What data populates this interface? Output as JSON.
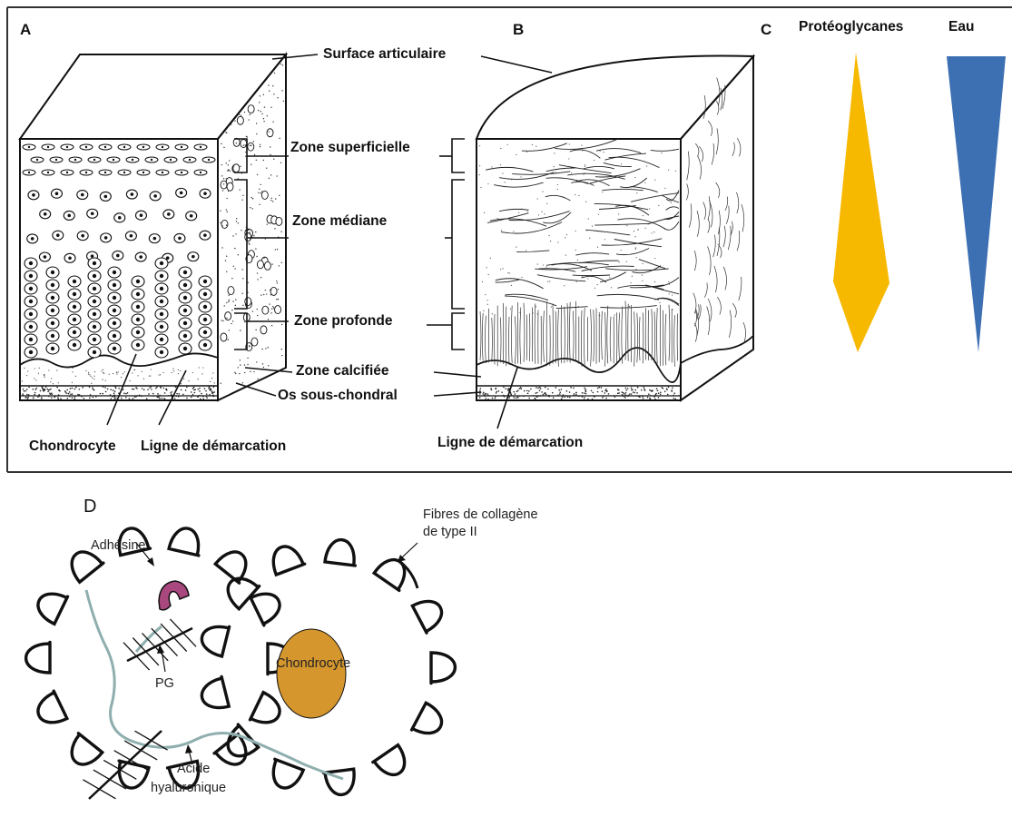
{
  "panels": {
    "a": "A",
    "b": "B",
    "c": "C",
    "d": "D"
  },
  "labels": {
    "surface_articulaire": "Surface articulaire",
    "zone_superficielle": "Zone superficielle",
    "zone_mediane": "Zone médiane",
    "zone_profonde": "Zone profonde",
    "zone_calcifiee": "Zone calcifiée",
    "os_sous_chondral": "Os sous-chondral",
    "chondrocyte_a": "Chondrocyte",
    "ligne_demarcation_a": "Ligne de démarcation",
    "ligne_demarcation_b": "Ligne de démarcation"
  },
  "gradient": {
    "proteoglycanes": "Protéoglycanes",
    "eau": "Eau",
    "colors": {
      "proteoglycanes": "#F7B800",
      "eau": "#3D6FB3"
    }
  },
  "panel_d": {
    "fibres_line1": "Fibres de collagène",
    "fibres_line2": "de type II",
    "adhesine": "Adhésine",
    "pg": "PG",
    "chondrocyte": "Chondrocyte",
    "acide": "Acide",
    "hyaluronique": "hyaluronique",
    "colors": {
      "chondrocyte": "#D4962D",
      "adhesine": "#A8487F",
      "hyaluronic": "#8FAFAE"
    }
  }
}
